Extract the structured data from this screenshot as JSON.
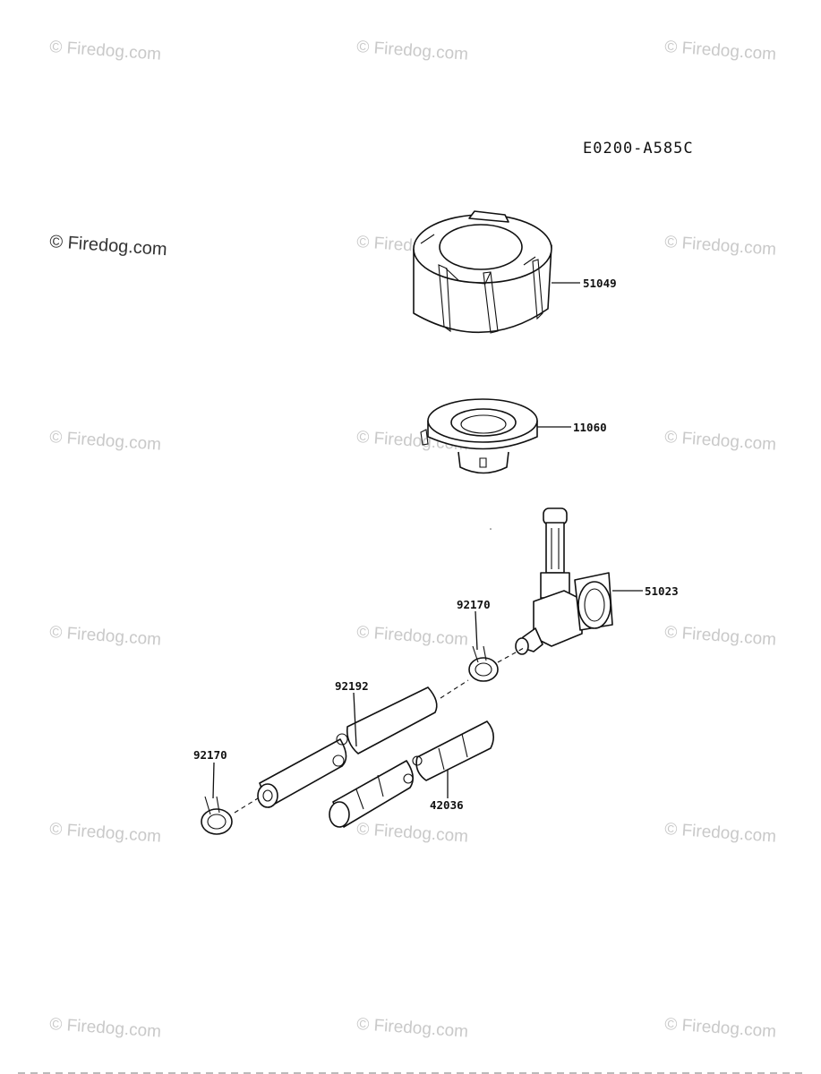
{
  "diagram": {
    "code": "E0200-A585C",
    "watermark_text": "© Firedog.com",
    "parts": [
      {
        "id": "51049",
        "label": "51049"
      },
      {
        "id": "11060",
        "label": "11060"
      },
      {
        "id": "51023",
        "label": "51023"
      },
      {
        "id": "92170a",
        "label": "92170"
      },
      {
        "id": "92192",
        "label": "92192"
      },
      {
        "id": "92170b",
        "label": "92170"
      },
      {
        "id": "42036",
        "label": "42036"
      }
    ]
  }
}
